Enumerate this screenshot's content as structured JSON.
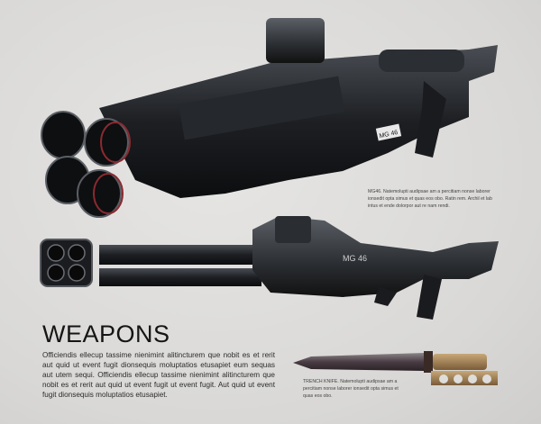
{
  "heading": "WEAPONS",
  "body_text": "Officiendis ellecup tassime nienimint alitincturem que nobit es et rerit aut quid ut event fugit dionsequis moluptatios etusapiet eum sequas aut utem sequi. Officiendis ellecup tassime nienimint alitincturem que nobit es et rerit aut quid ut event fugit ut event fugit. Aut quid ut event fugit dionsequis moluptatios etusapiet.",
  "captions": {
    "mg46": "MG46. Natemolupti audipsae am a percitiam nonse laborer ionsedit opta simus et quas eos obo. Ratin rem. Archil et lab intus et ende dolorpor aut re nam rendi.",
    "knife": "TRENCH KNIFE. Natemolupti audipsae am a percitiam nonse laborer ionsedit opta simus et quas eos obo."
  },
  "markings": {
    "gun_label_top": "MG 46",
    "gun_label_side": "MG 46"
  }
}
